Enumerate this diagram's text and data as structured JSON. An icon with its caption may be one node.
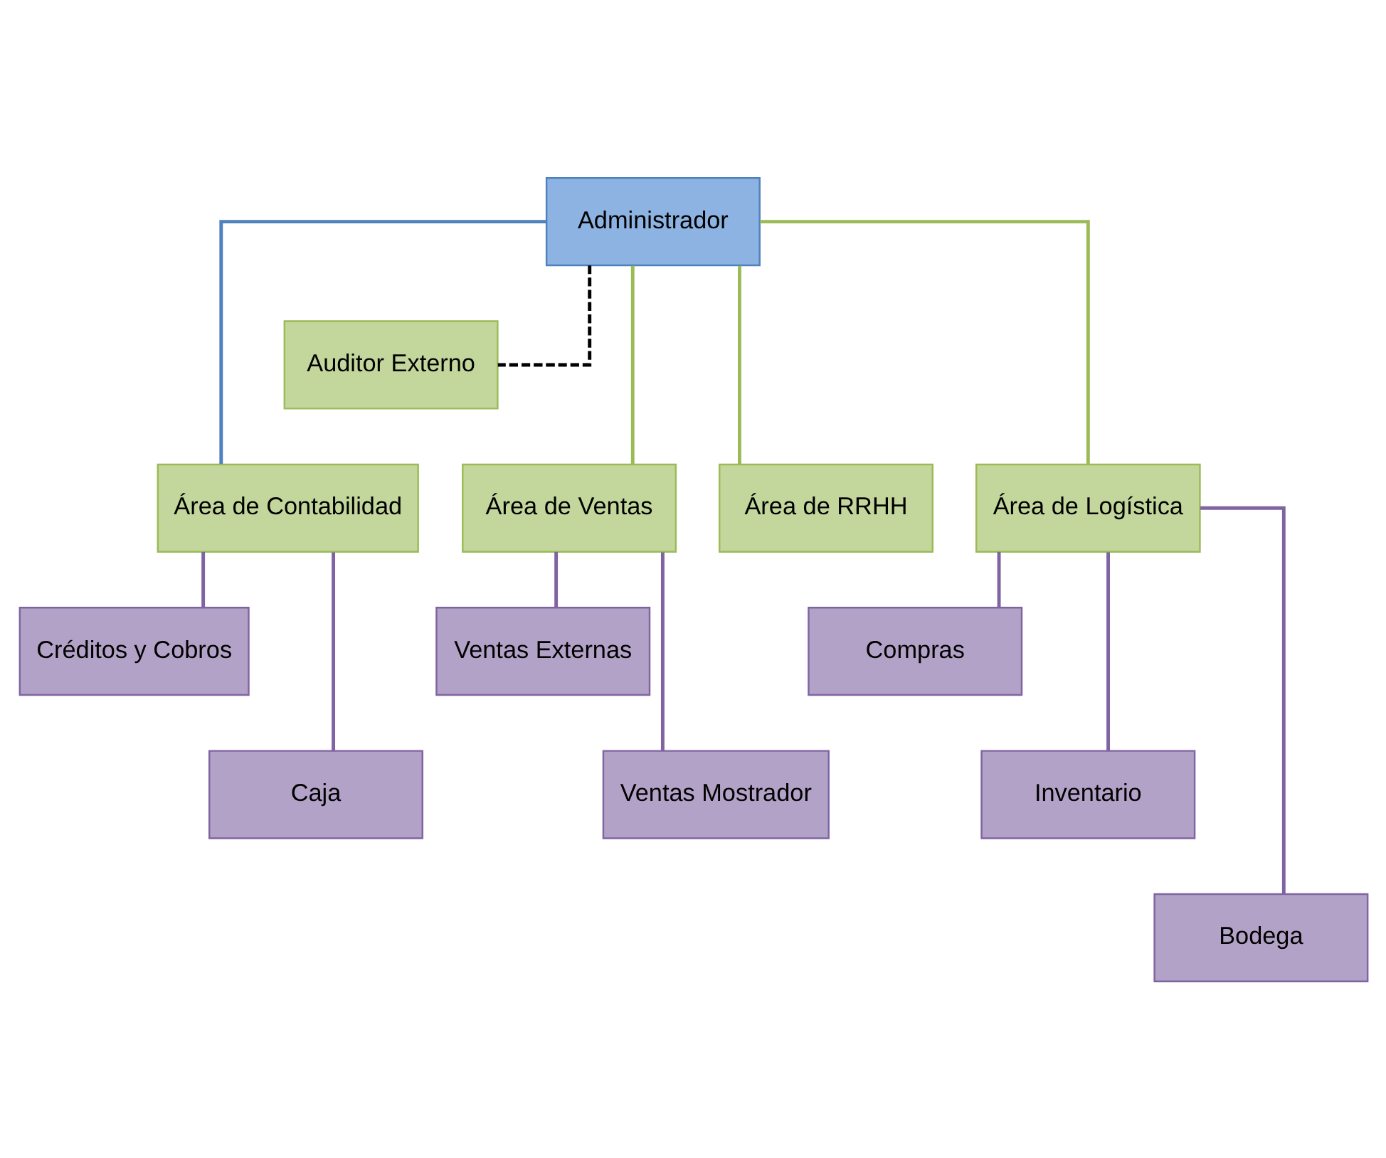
{
  "diagram": {
    "nodes": [
      {
        "text": [
          "Administrador"
        ]
      },
      {
        "text": [
          "Auditor Externo"
        ]
      },
      {
        "text": [
          "Área de Contabilidad"
        ]
      },
      {
        "text": [
          "Área de Ventas"
        ]
      },
      {
        "text": [
          "Área de RRHH"
        ]
      },
      {
        "text": [
          "Área de Logística"
        ]
      },
      {
        "text": [
          "Créditos y Cobros"
        ]
      },
      {
        "text": [
          "Caja"
        ]
      },
      {
        "text": [
          "Ventas Externas"
        ]
      },
      {
        "text": [
          "Ventas Mostrador"
        ]
      },
      {
        "text": [
          "Compras"
        ]
      },
      {
        "text": [
          "Inventario"
        ]
      },
      {
        "text": [
          "Bodega"
        ]
      }
    ],
    "edges": [
      {
        "from": 0,
        "to": 1,
        "arrow": "none",
        "style": "dashed",
        "color": "#000000"
      },
      {
        "from": 0,
        "to": 2,
        "arrow": "none",
        "color": "#4f81bd"
      },
      {
        "from": 0,
        "to": 3,
        "arrow": "none",
        "color": "#9bbb59"
      },
      {
        "from": 0,
        "to": 4,
        "arrow": "none",
        "color": "#9bbb59"
      },
      {
        "from": 0,
        "to": 5,
        "arrow": "none",
        "color": "#9bbb59"
      },
      {
        "from": 2,
        "to": 6,
        "arrow": "none"
      },
      {
        "from": 2,
        "to": 7,
        "arrow": "none"
      },
      {
        "from": 3,
        "to": 8,
        "arrow": "none"
      },
      {
        "from": 3,
        "to": 9,
        "arrow": "none"
      },
      {
        "from": 5,
        "to": 10,
        "arrow": "none"
      },
      {
        "from": 5,
        "to": 11,
        "arrow": "none"
      },
      {
        "from": 5,
        "to": 12,
        "arrow": "none"
      }
    ]
  }
}
